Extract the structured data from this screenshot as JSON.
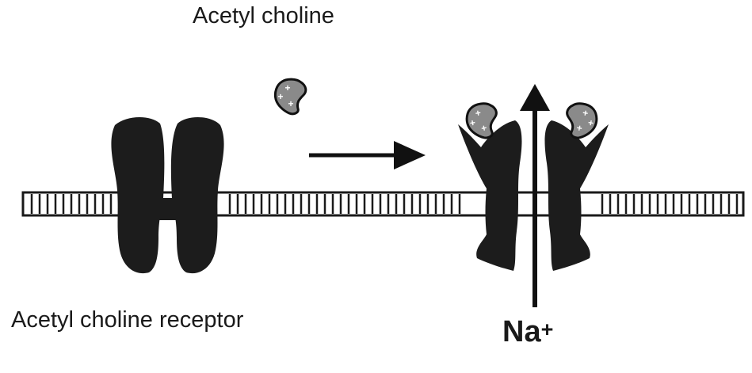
{
  "labels": {
    "acetylcholine": "Acetyl choline",
    "receptor": "Acetyl choline receptor",
    "ion": "Na",
    "ion_charge": "+"
  },
  "colors": {
    "protein": "#1c1c1c",
    "ligand": "#8a8a8a",
    "membrane_stroke": "#1a1a1a",
    "background": "#ffffff"
  },
  "icons": {
    "ligand": "acetylcholine-molecule-icon",
    "transition": "right-arrow-icon",
    "ion_flow": "up-arrow-icon"
  }
}
